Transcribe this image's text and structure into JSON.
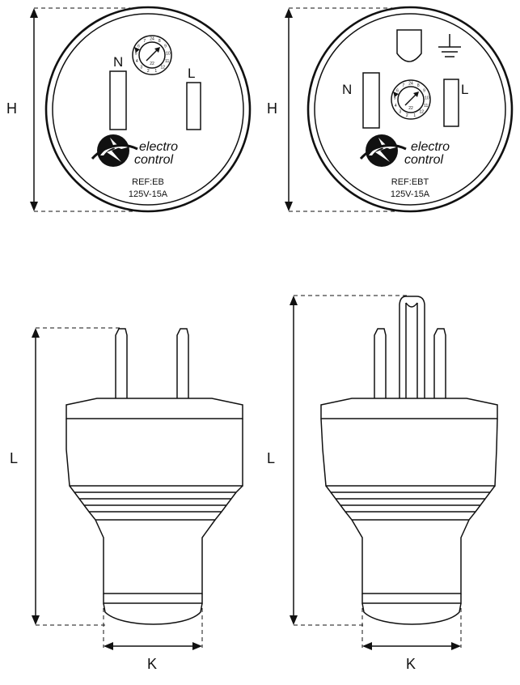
{
  "plug_eb": {
    "face": {
      "neutral_label": "N",
      "live_label": "L",
      "brand_line1": "electro",
      "brand_line2": "control",
      "ref": "REF:EB",
      "rating": "125V-15A"
    },
    "dim_height": "H",
    "dim_length": "L",
    "dim_width": "K"
  },
  "plug_ebt": {
    "face": {
      "neutral_label": "N",
      "live_label": "L",
      "brand_line1": "electro",
      "brand_line2": "control",
      "ref": "REF:EBT",
      "rating": "125V-15A"
    },
    "dim_height": "H",
    "dim_length": "L",
    "dim_width": "K"
  },
  "date_dial": {
    "numbers": [
      "24",
      "8",
      "9",
      "10",
      "11",
      "12",
      "1",
      "2",
      "3",
      "4",
      "5",
      "6",
      "7"
    ],
    "center_year": "22"
  },
  "icons": [
    "date-code-dial-icon",
    "ground-symbol-icon",
    "electrocontrol-logo-icon"
  ]
}
